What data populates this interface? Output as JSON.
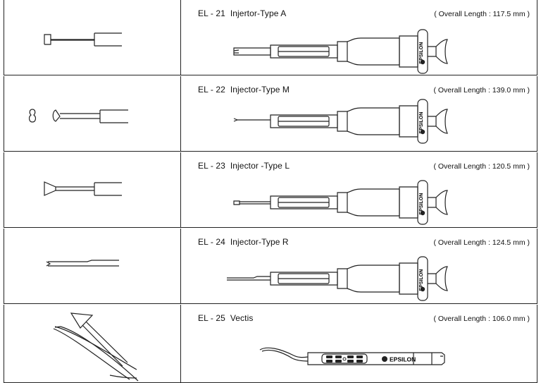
{
  "brand": "EPSILON",
  "instruments": [
    {
      "code": "EL - 21",
      "name": "Injertor-Type A",
      "length": "( Overall Length : 117.5 mm )"
    },
    {
      "code": "EL - 22",
      "name": "Injector-Type M",
      "length": "( Overall Length : 139.0 mm )"
    },
    {
      "code": "EL - 23",
      "name": "Injector -Type L",
      "length": "( Overall Length : 120.5 mm )"
    },
    {
      "code": "EL - 24",
      "name": "Injector-Type R",
      "length": "( Overall Length : 124.5 mm )"
    },
    {
      "code": "EL - 25",
      "name": "Vectis",
      "length": "( Overall Length : 106.0 mm )"
    }
  ]
}
